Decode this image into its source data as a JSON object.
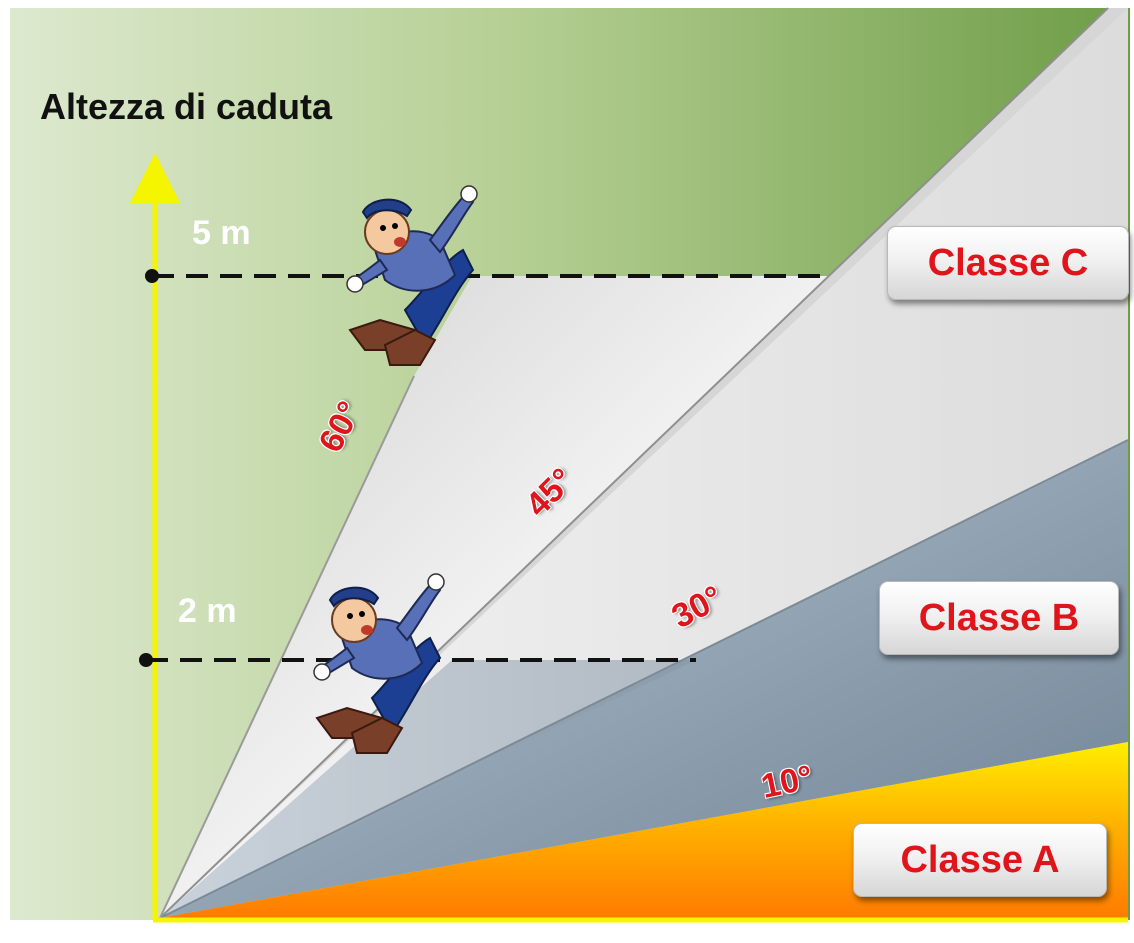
{
  "title": "Altezza di caduta",
  "heights": {
    "high": "5 m",
    "low": "2 m"
  },
  "angles": {
    "a60": "60°",
    "a45": "45°",
    "a30": "30°",
    "a10": "10°"
  },
  "classes": {
    "c": "Classe C",
    "b": "Classe B",
    "a": "Classe A"
  },
  "colors": {
    "label_red": "#e0141b",
    "axis_yellow": "#f5f500",
    "background_green": "#7aa654"
  }
}
